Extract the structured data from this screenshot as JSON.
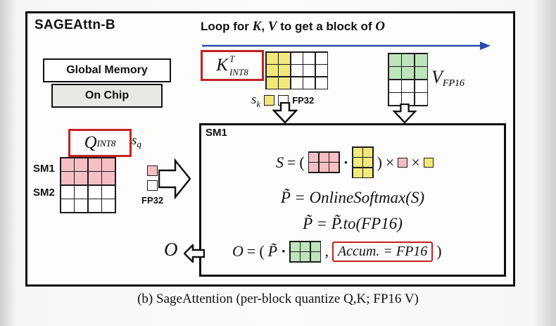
{
  "colors": {
    "q_pink": "#f5bfc3",
    "k_yellow": "#f2e97b",
    "v_green": "#bee4bb",
    "highlight_red": "#c32222",
    "loop_arrow_blue": "#2b4bab"
  },
  "caption": "(b) SageAttention (per-block quantize Q,K; FP16 V)",
  "diagram": {
    "title": "SAGEAttn-B",
    "loop": {
      "prefix": "Loop for ",
      "k": "K",
      "comma": ", ",
      "v": "V",
      "middle": " to get a block of ",
      "o": "O"
    },
    "memory": {
      "global_label": "Global Memory",
      "onchip_label": "On Chip"
    },
    "k": {
      "sym": "K",
      "sup": "T",
      "sub": "INT8",
      "scale": "s",
      "scale_sub": "k",
      "fp32": "FP32"
    },
    "v": {
      "sym": "V",
      "sub": "FP16"
    },
    "q": {
      "sym": "Q",
      "sub": "INT8",
      "scale": "s",
      "scale_sub": "q",
      "fp32": "FP32",
      "sm1": "SM1",
      "sm2": "SM2"
    },
    "sm": {
      "label": "SM1",
      "eq1": {
        "s": "S",
        "eq": "=",
        "open": "(",
        "dot": "·",
        "close": ")",
        "times": "×"
      },
      "eq2": "P̃ = OnlineSoftmax(S)",
      "eq3": "P̃ = P̃.to(FP16)",
      "eq4": {
        "o": "O",
        "eq": "=",
        "open": "(",
        "p": "P̃",
        "dot": "·",
        "comma": ",",
        "accum": "Accum. = FP16",
        "close": ")"
      },
      "output_o": "O"
    },
    "grids": {
      "k": {
        "cols": 5,
        "rows": 3,
        "cell": 16,
        "mode": "cols",
        "count": 2,
        "color": "#f2e97b"
      },
      "v": {
        "cols": 3,
        "rows": 4,
        "cell": 17,
        "mode": "rows",
        "count": 2,
        "color": "#bee4bb"
      },
      "q": {
        "cols": 4,
        "rows": 4,
        "cell": 18,
        "mode": "rows",
        "count": 2,
        "color": "#f5bfc3"
      },
      "eq_q": {
        "cols": 3,
        "rows": 2,
        "cell": 13,
        "mode": "all",
        "count": 0,
        "color": "#f5bfc3"
      },
      "eq_k": {
        "cols": 2,
        "rows": 3,
        "cell": 13,
        "mode": "all",
        "count": 0,
        "color": "#f2e97b"
      },
      "eq_v": {
        "cols": 3,
        "rows": 2,
        "cell": 13,
        "mode": "all",
        "count": 0,
        "color": "#bee4bb"
      }
    }
  }
}
